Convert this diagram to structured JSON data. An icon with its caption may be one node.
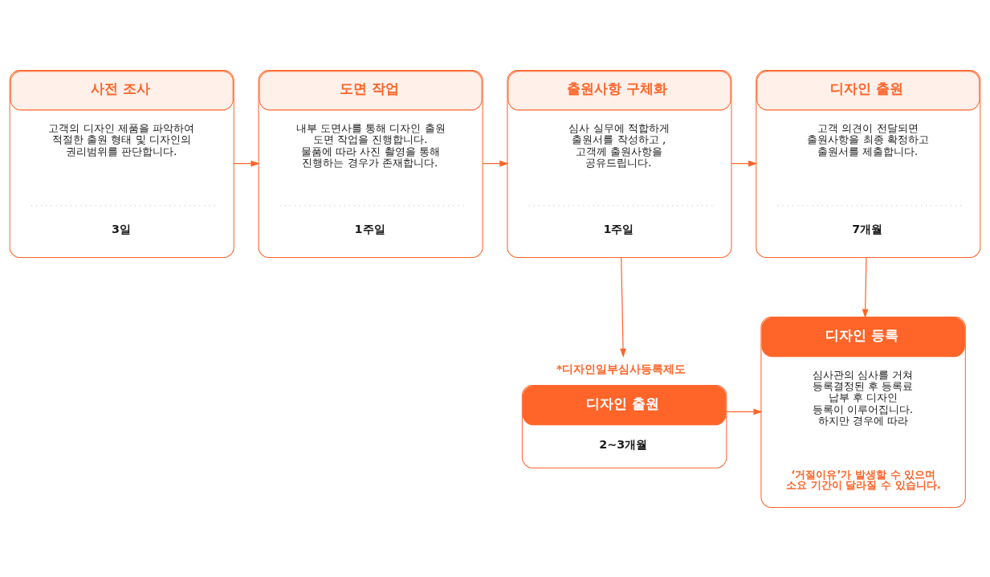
{
  "diagram": {
    "nodes": [
      {
        "text": [
          "사전 조사",
          "고객의 디자인 제품을 파악하여 적절한 출원 형태 및 디자인의 권리범위를 판단합니다.",
          "3일"
        ]
      },
      {
        "text": [
          "도면 작업",
          "내부 도면사를 통해 디자인 출원 도면 작업을 진행합니다. 물품에 따라 사진 촬영을 통해 진행하는 경우가 존재합니다.",
          "1주일"
        ]
      },
      {
        "text": [
          "출원사항 구체화",
          "심사 실무에 적합하게 출원서를 작성하고 , 고객께 출원사항을 공유드립니다.",
          "1주일"
        ]
      },
      {
        "text": [
          "디자인 출원",
          "고객 의견이 전달되면 출원사항을 최종 확정하고 출원서를 제출합니다.",
          "7개월"
        ]
      },
      {
        "text": [
          "디자인 출원",
          "2~3개월"
        ],
        "beside": [
          "*디자인일부심사등록제도"
        ]
      },
      {
        "text": [
          "디자인 등록",
          "심사관의 심사를 거쳐 등록결정된 후 등록료 납부 후 디자인 등록이 이루어집니다. 하지만 경우에 따라",
          "‘거절이유’가 발생할 수 있으며 소요 기간이 달라질 수 있습니다."
        ]
      }
    ],
    "edges": [
      {
        "from": 0,
        "to": 1,
        "arrow": "to"
      },
      {
        "from": 1,
        "to": 2,
        "arrow": "to"
      },
      {
        "from": 2,
        "to": 3,
        "arrow": "to"
      },
      {
        "from": 2,
        "to": 4,
        "arrow": "to"
      },
      {
        "from": 3,
        "to": 5,
        "arrow": "to"
      },
      {
        "from": 4,
        "to": 5,
        "arrow": "to"
      }
    ]
  }
}
